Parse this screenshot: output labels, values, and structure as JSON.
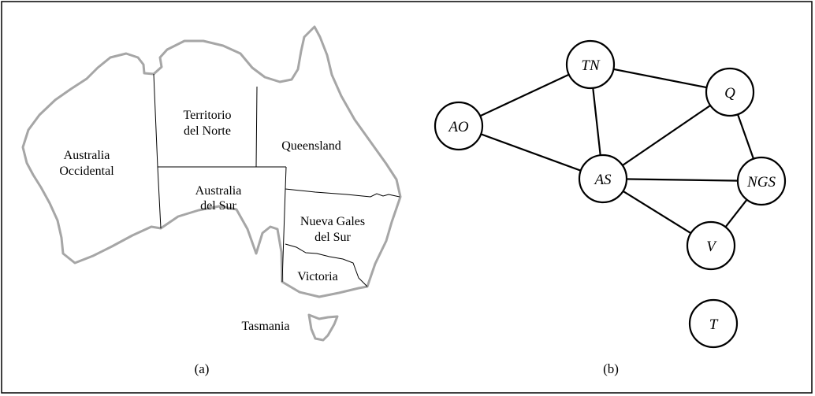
{
  "map": {
    "regions": {
      "western_australia": [
        "Australia",
        "Occidental"
      ],
      "northern_territory": [
        "Territorio",
        "del Norte"
      ],
      "queensland": [
        "Queensland"
      ],
      "south_australia": [
        "Australia",
        "del Sur"
      ],
      "new_south_wales": [
        "Nueva Gales",
        "del Sur"
      ],
      "victoria": [
        "Victoria"
      ],
      "tasmania": [
        "Tasmania"
      ]
    },
    "caption": "(a)"
  },
  "graph": {
    "nodes": {
      "WA": "AO",
      "NT": "TN",
      "Q": "Q",
      "SA": "AS",
      "NSW": "NGS",
      "V": "V",
      "T": "T"
    },
    "edges": [
      [
        "WA",
        "NT"
      ],
      [
        "WA",
        "SA"
      ],
      [
        "NT",
        "SA"
      ],
      [
        "NT",
        "Q"
      ],
      [
        "SA",
        "Q"
      ],
      [
        "SA",
        "NSW"
      ],
      [
        "SA",
        "V"
      ],
      [
        "Q",
        "NSW"
      ],
      [
        "NSW",
        "V"
      ]
    ],
    "caption": "(b)"
  }
}
